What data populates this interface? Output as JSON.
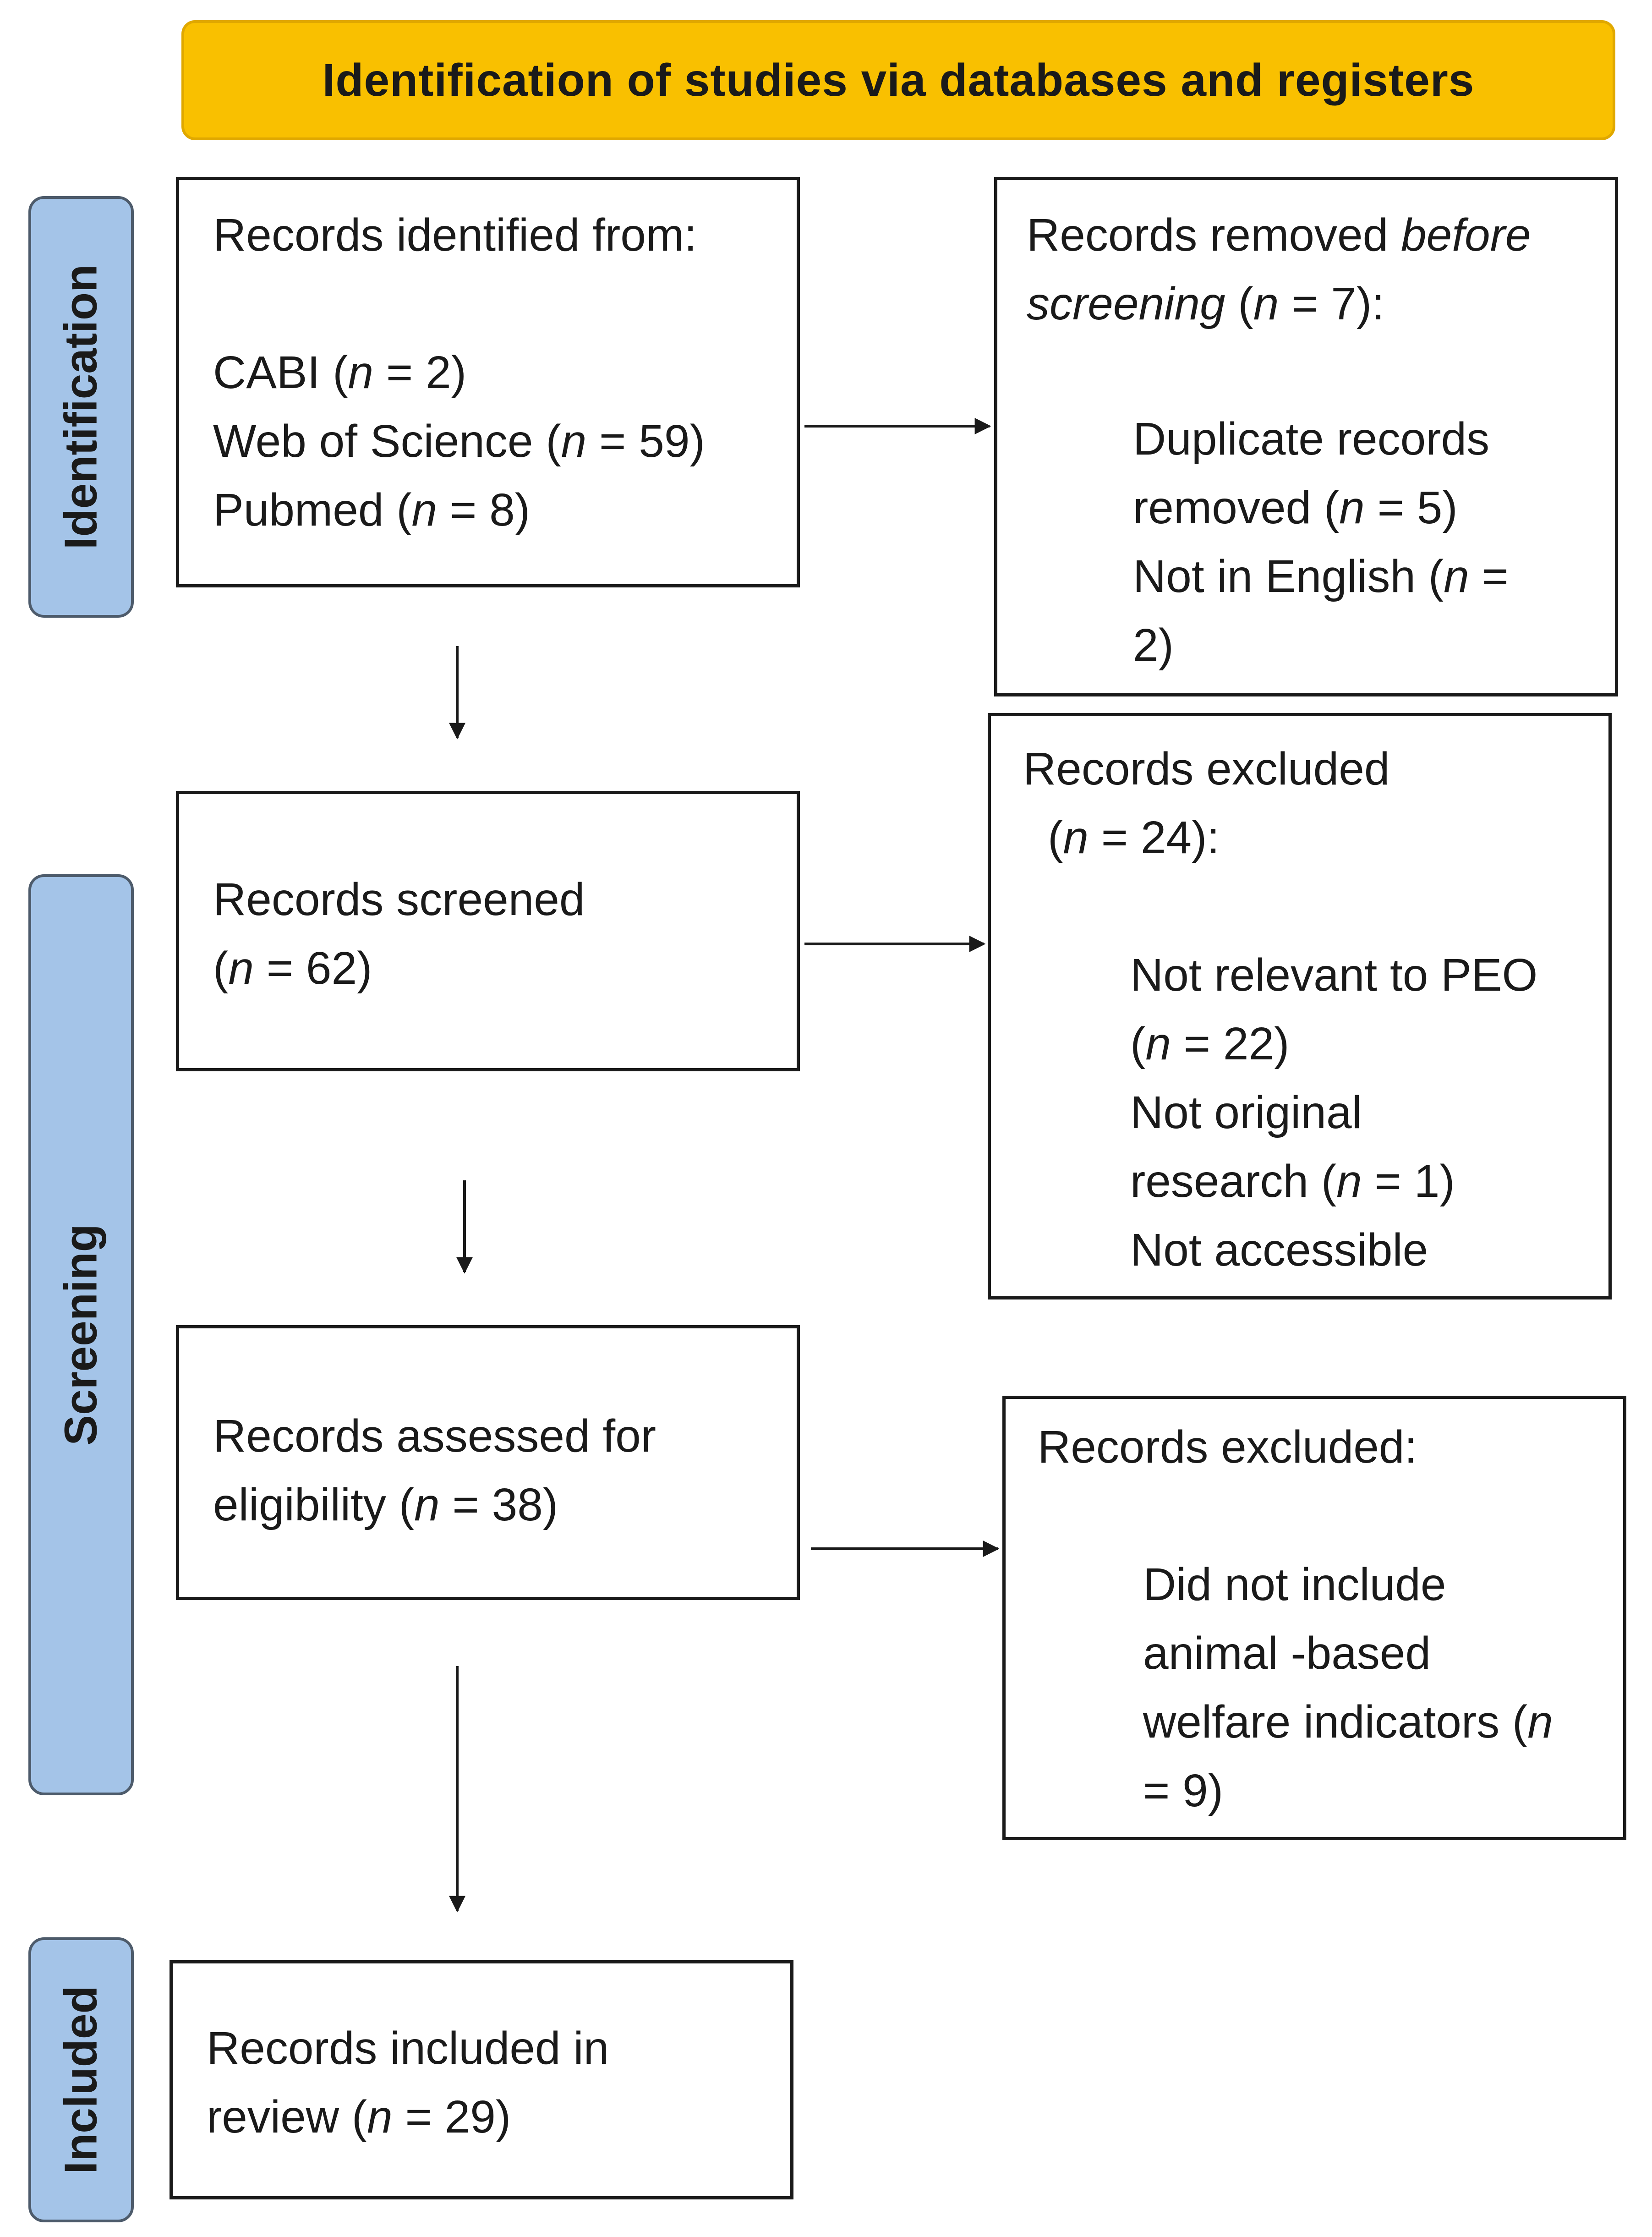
{
  "header": {
    "title": "Identification of studies via databases and registers"
  },
  "phases": {
    "identification": "Identification",
    "screening": "Screening",
    "included": "Included"
  },
  "boxes": {
    "identified": {
      "title": "Records identified from:",
      "cabi": "CABI (",
      "wos": "Web of Science (",
      "pubmed": "Pubmed ("
    },
    "removed": {
      "line1": "Records removed ",
      "before": "before",
      "screening": "screening",
      "dup_a": "Duplicate records",
      "dup_b": "removed (",
      "eng_a": "Not in English (",
      "eng_b": "2)"
    },
    "screened": {
      "line1": "Records screened"
    },
    "excluded1": {
      "line1": "Records excluded",
      "peo": "Not relevant to PEO",
      "orig_a": "Not original",
      "orig_b": "research (",
      "access": "Not accessible"
    },
    "assessed": {
      "line1": "Records assessed for",
      "line2": "eligibility ("
    },
    "excluded2": {
      "line1": "Records excluded:",
      "l2": "Did not include",
      "l3": "animal -based",
      "l4": "welfare indicators (",
      "l5": "= 9)"
    },
    "included": {
      "line1": "Records included in",
      "line2": "review ("
    }
  },
  "counts": {
    "n": "n",
    "cabi": " = 2)",
    "wos": " = 59)",
    "pubmed": " = 8)",
    "removed": " = 7):",
    "duplicates": " = 5)",
    "not_english": " =",
    "screened": " = 62)",
    "excluded1": " = 24):",
    "peo": " = 22)",
    "not_original": " = 1)",
    "assessed": " = 38)",
    "included": " = 29)"
  },
  "colors": {
    "header_fill": "#f9c000",
    "phase_fill": "#a4c4e8",
    "box_border": "#1a1a1a"
  }
}
